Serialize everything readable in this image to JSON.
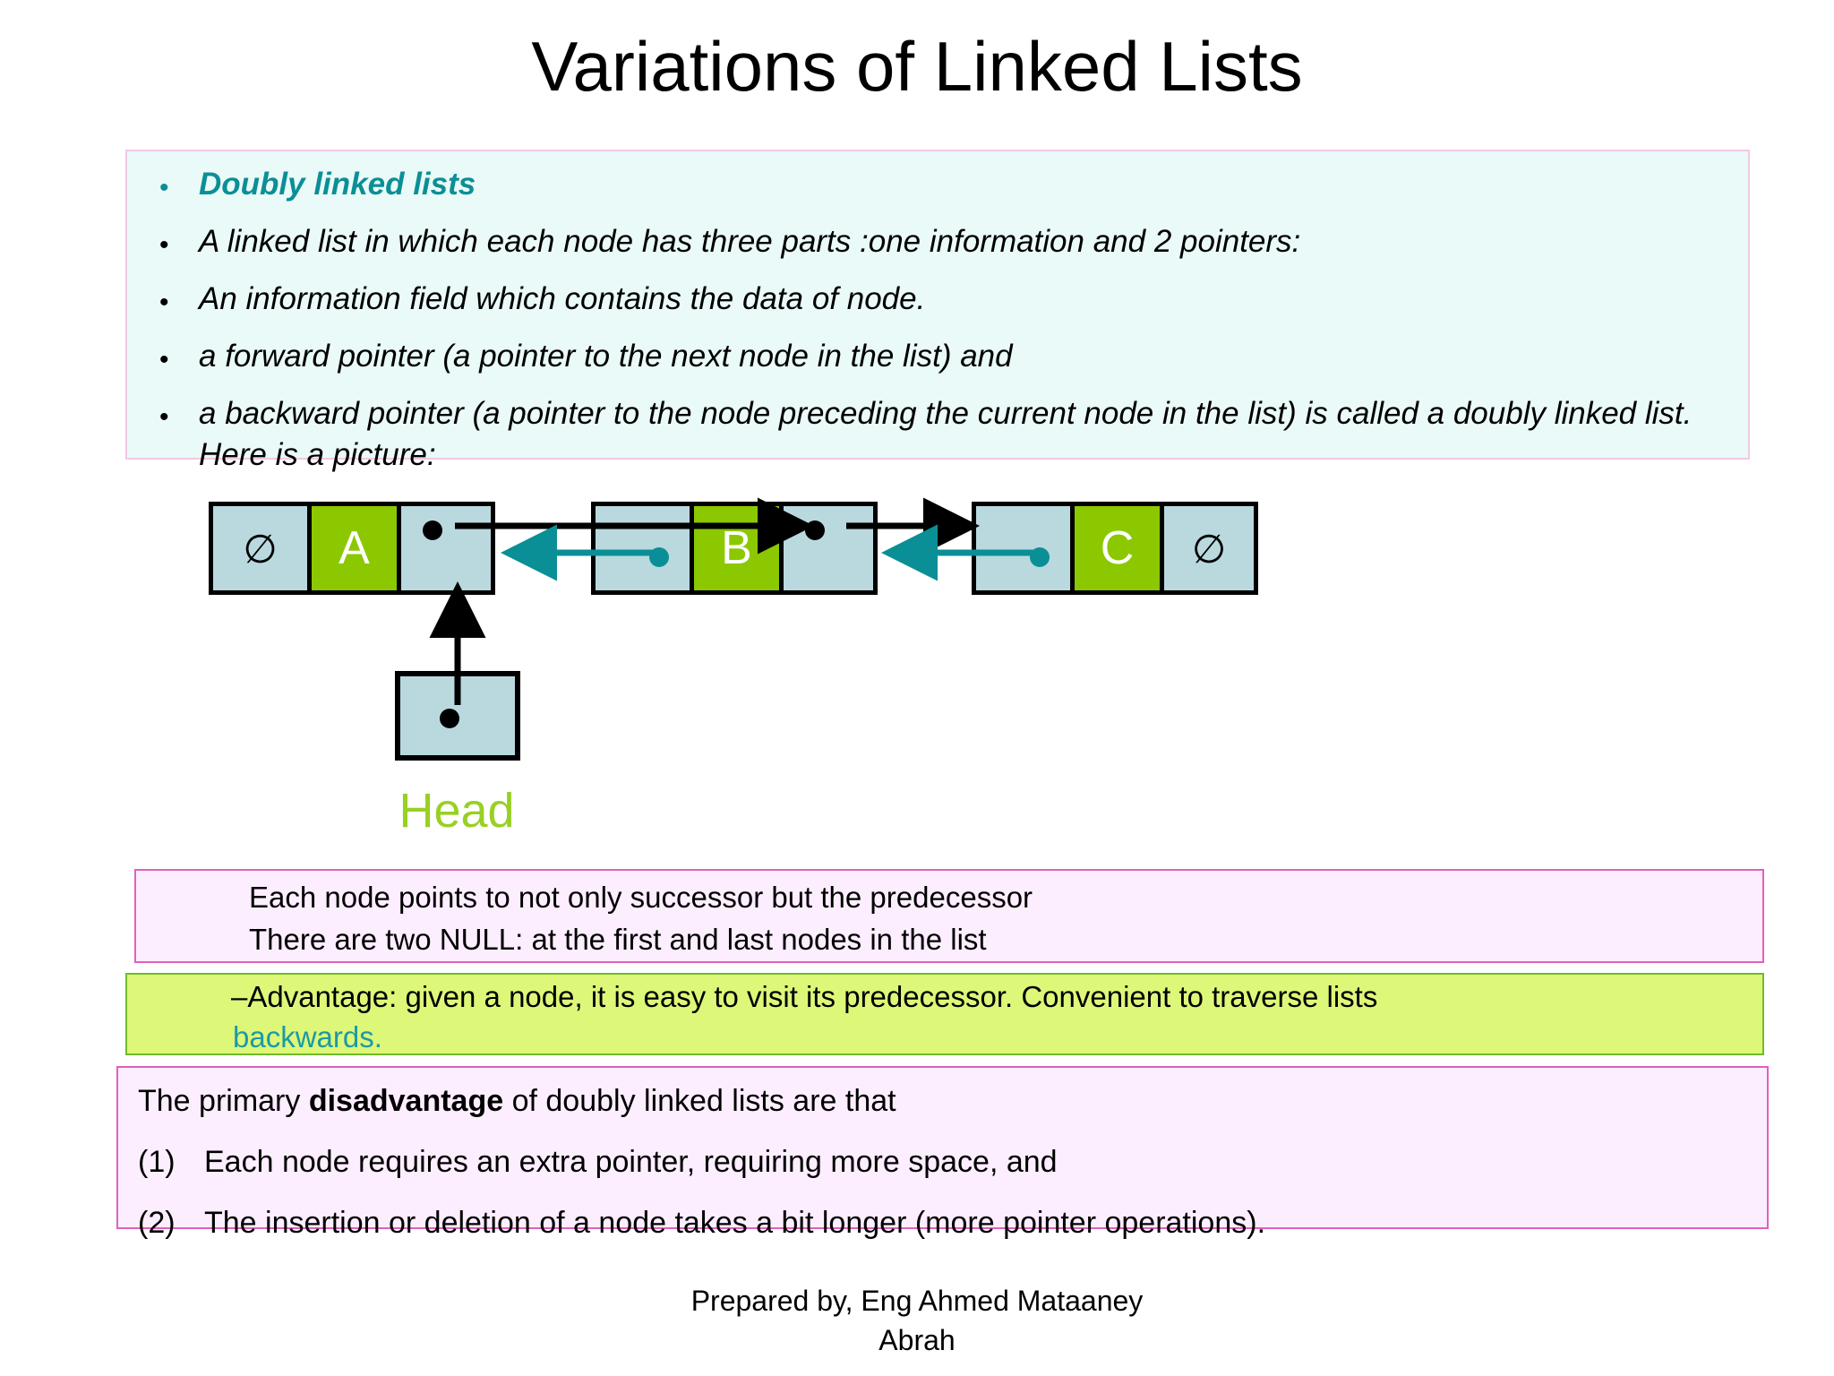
{
  "slide": {
    "title": "Variations of Linked Lists",
    "bullets": [
      {
        "text": "Doubly linked lists",
        "style": "teal-bold-italic"
      },
      {
        "text": "A linked list in which each node has three parts :one information and 2 pointers:",
        "style": "italic"
      },
      {
        "text": "An information field which contains the data of node.",
        "style": "italic"
      },
      {
        "text": "a forward pointer (a pointer to the next node in the list) and",
        "style": "italic"
      },
      {
        "text": "a backward pointer (a pointer to the node preceding the current node in the list) is called a doubly linked list.  Here is a picture:",
        "style": "italic"
      }
    ],
    "bullet_marker": "•"
  },
  "diagram": {
    "null_symbol": "∅",
    "nodes": [
      {
        "id": "node-a",
        "prev": "null",
        "value": "A",
        "next": "pointer"
      },
      {
        "id": "node-b",
        "prev": "pointer",
        "value": "B",
        "next": "pointer"
      },
      {
        "id": "node-c",
        "prev": "pointer",
        "value": "C",
        "next": "null"
      }
    ],
    "head_label": "Head",
    "head_color": "#98d024"
  },
  "note_box": {
    "lines": [
      "Each node points to not only successor but the predecessor",
      "There are two NULL: at the first and last nodes in the list"
    ]
  },
  "advantage_box": {
    "line1": "–Advantage: given a node, it is easy to visit its predecessor. Convenient to traverse lists",
    "line2": "backwards.",
    "line2_color": "#1b9aa6"
  },
  "disadvantage_box": {
    "heading_before": "The primary ",
    "heading_bold": "disadvantage",
    "heading_after": " of doubly linked lists are that",
    "items": [
      {
        "number": "(1)",
        "text": "Each node requires an extra pointer, requiring more space, and"
      },
      {
        "number": "(2)",
        "text": "The insertion or deletion of a node takes a bit longer (more pointer operations)."
      }
    ]
  },
  "footer": {
    "line1": "Prepared by, Eng Ahmed Mataaney",
    "line2": "Abrah"
  },
  "colors": {
    "teal": "#0b8f96",
    "green_cell": "#8cc800",
    "light_blue_cell": "#b9d9de",
    "pink_border": "#e15fc0",
    "advantage_bg": "#ddf779",
    "note_bg": "#fceeff",
    "def_bg": "#eafaf8"
  }
}
